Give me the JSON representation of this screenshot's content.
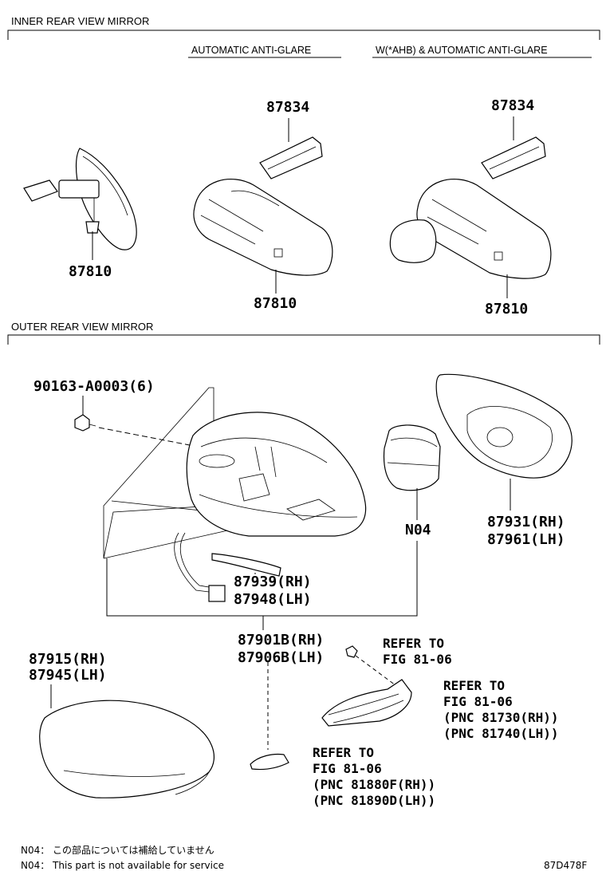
{
  "sections": {
    "inner": "INNER REAR VIEW MIRROR",
    "outer": "OUTER REAR VIEW MIRROR"
  },
  "variants": {
    "auto": "AUTOMATIC ANTI-GLARE",
    "ahb": "W(*AHB) & AUTOMATIC ANTI-GLARE"
  },
  "part_numbers": {
    "inner_std_mirror": "87810",
    "auto_cover": "87834",
    "auto_mirror": "87810",
    "ahb_cover": "87834",
    "ahb_mirror": "87810",
    "screw": "90163-A0003(6)",
    "outer_mirror_glass_rh": "87931(RH)",
    "outer_mirror_glass_lh": "87961(LH)",
    "motor_note": "N04",
    "cover_piece_rh": "87939(RH)",
    "cover_piece_lh": "87948(LH)",
    "mirror_assy_rh": "87901B(RH)",
    "mirror_assy_lh": "87906B(LH)",
    "housing_cover_rh": "87915(RH)",
    "housing_cover_lh": "87945(LH)"
  },
  "refs": {
    "screw_ref": [
      "REFER TO",
      "FIG 81-06"
    ],
    "turn_lamp_ref": [
      "REFER TO",
      "FIG 81-06",
      "(PNC 81730(RH))",
      "(PNC 81740(LH))"
    ],
    "side_lamp_ref": [
      "REFER TO",
      "FIG 81-06",
      "(PNC 81880F(RH))",
      "(PNC 81890D(LH))"
    ]
  },
  "notes": [
    "N04： この部品については補給していません",
    "N04： This part is not available for service"
  ],
  "figure_code": "87D478F"
}
